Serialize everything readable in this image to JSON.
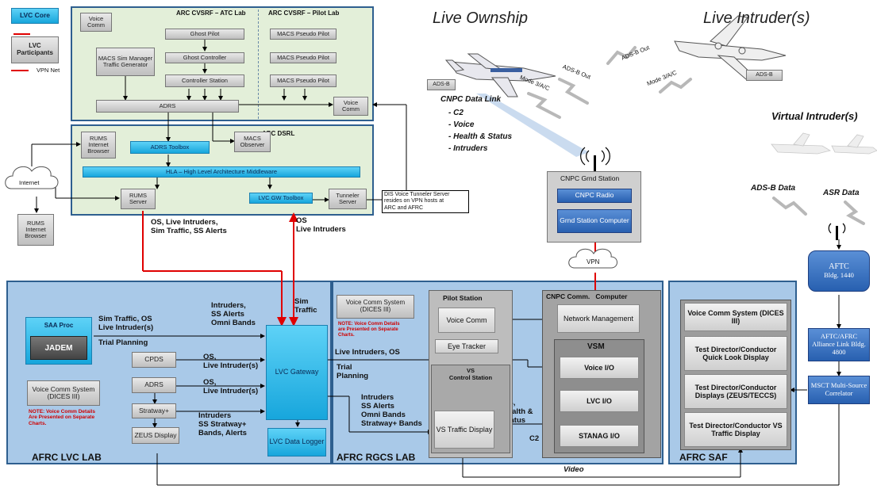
{
  "legend": {
    "core": "LVC Core",
    "participants": "LVC\nParticipants",
    "vpn": "VPN Net"
  },
  "arc_atc": {
    "title": "ARC CVSRF – ATC Lab",
    "voice_comm": "Voice\nComm",
    "macs_sim": "MACS\nSim Manager\nTraffic Generator",
    "ghost_pilot": "Ghost Pilot",
    "ghost_controller": "Ghost Controller",
    "controller_station": "Controller Station",
    "adrs": "ADRS"
  },
  "arc_pilot": {
    "title": "ARC CVSRF – Pilot Lab",
    "pseudo_pilots": [
      "MACS Pseudo Pilot",
      "MACS Pseudo Pilot",
      "MACS Pseudo Pilot"
    ],
    "voice_comm": "Voice\nComm"
  },
  "dsrl": {
    "title": "ARC DSRL",
    "rums_browser": "RUMS\nInternet\nBrowser",
    "adrs_toolbox": "ADRS Toolbox",
    "macs_observer": "MACS\nObserver",
    "hla": "HLA – High Level Architecture Middleware",
    "rums_server": "RUMS\nServer",
    "lvc_gw_toolbox": "LVC GW Toolbox",
    "tunneler": "Tunneler\nServer"
  },
  "dis_note": "DIS Voice Tunneler Server\nresides on VPN hosts at\nARC and AFRC",
  "internet": "Internet",
  "rums_browser_ext": "RUMS\nInternet\nBrowser",
  "flows": {
    "red_left": "OS, Live Intruders,\nSim Traffic, SS Alerts",
    "red_right": "OS\nLive Intruders",
    "sim_traffic": "Sim\nTraffic",
    "intruders_omni": "Intruders,\nSS Alerts\nOmni Bands",
    "sim_os": "Sim Traffic, OS\nLive Intruder(s)",
    "trial": "Trial Planning",
    "os_live1": "OS,\nLive Intruder(s)",
    "os_live2": "OS,\nLive Intruder(s)",
    "stratway_flow": "Intruders\nSS Stratway+\nBands, Alerts",
    "live_int_os": "Live Intruders, OS",
    "trial2": "Trial\nPlanning",
    "rgcs_flow": "Intruders\nSS Alerts\nOmni Bands\nStratway+ Bands",
    "os_health": "OS,\nHealth &\nStatus",
    "c2": "C2",
    "video": "Video"
  },
  "ownship": {
    "title": "Live Ownship",
    "adsb": "ADS-B",
    "adsb_out": "ADS-B Out",
    "mode": "Mode 3/A/C",
    "cnpc_title": "CNPC Data Link",
    "cnpc_items": [
      "C2",
      "Voice",
      "Health & Status",
      "Intruders"
    ]
  },
  "intruders": {
    "title": "Live Intruder(s)",
    "adsb_out": "ADS-B Out",
    "mode": "Mode 3/A/C",
    "adsb": "ADS-B"
  },
  "virtual": {
    "title": "Virtual Intruder(s)",
    "adsb_data": "ADS-B Data",
    "asr_data": "ASR Data"
  },
  "cnpc_station": {
    "title": "CNPC Grnd Station",
    "radio": "CNPC Radio",
    "computer": "Grnd Station\nComputer"
  },
  "vpn": "VPN",
  "aftc": {
    "title": "AFTC",
    "bldg": "Bldg. 1440",
    "alliance": "AFTC/AFRC\nAlliance Link\nBldg. 4800",
    "msct": "MSCT\nMulti-Source\nCorrelator"
  },
  "lvc_lab": {
    "title": "AFRC LVC LAB",
    "saa": "SAA Proc",
    "jadem": "JADEM",
    "voice_comm": "Voice Comm System\n(DICES III)",
    "note": "NOTE: Voice Comm Details\nAre Presented on Separate\nCharts.",
    "cpds": "CPDS",
    "adrs": "ADRS",
    "stratway": "Stratway+",
    "zeus": "ZEUS Display",
    "gateway": "LVC\nGateway",
    "logger": "LVC Data\nLogger"
  },
  "rgcs": {
    "title": "AFRC RGCS LAB",
    "voice_comm": "Voice Comm System\n(DICES III)",
    "note": "NOTE: Voice Comm Details\nare Presented on Separate\nCharts.",
    "pilot_station": "Pilot Station",
    "voice_comm2": "Voice\nComm",
    "eye_tracker": "Eye Tracker",
    "vs_control": "VS\nControl Station",
    "vs_traffic": "VS Traffic\nDisplay",
    "cnpc_comm": "CNPC Comm.   Computer",
    "network_mgmt": "Network\nManagement",
    "vsm": "VSM",
    "voice_io": "Voice I/O",
    "lvc_io": "LVC I/O",
    "stanag_io": "STANAG I/O"
  },
  "saf": {
    "title": "AFRC SAF",
    "voice_comm": "Voice Comm System\n(DICES III)",
    "quick_look": "Test\nDirector/Conductor\nQuick Look Display",
    "displays": "Test\nDirector/Conductor\nDisplays (ZEUS/TECCS)",
    "vs_traffic": "Test\nDirector/Conductor\nVS Traffic Display"
  },
  "colors": {
    "panel_green": "#e3efd9",
    "panel_blue": "#a9c9e8",
    "frame_blue": "#2e5f8f",
    "vpn_red": "#e00000",
    "core_cyan": "#1fb1e6"
  }
}
